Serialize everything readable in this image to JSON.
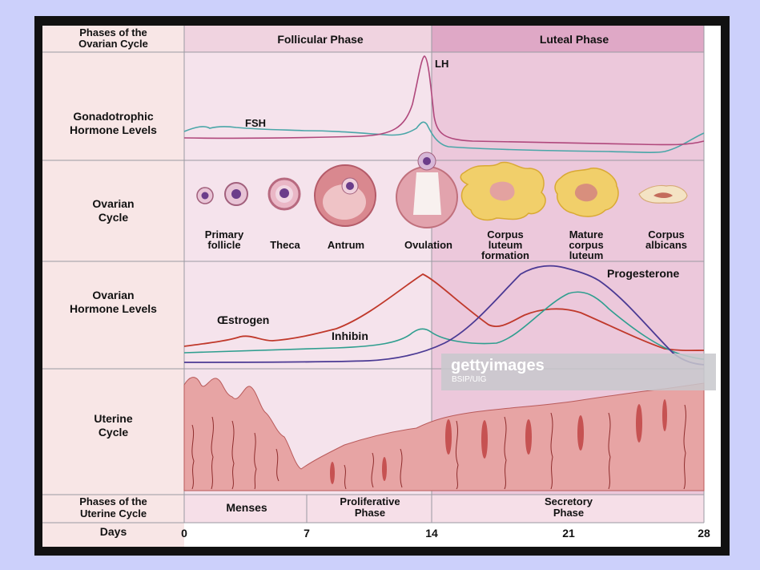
{
  "rows": {
    "ovarian_phases_header": "Phases of the\nOvarian Cycle",
    "gonadotrophic": "Gonadotrophic\nHormone Levels",
    "ovarian_cycle": "Ovarian\nCycle",
    "ovarian_hormones": "Ovarian\nHormone Levels",
    "uterine_cycle": "Uterine\nCycle",
    "uterine_phases_header": "Phases of the\nUterine Cycle",
    "days": "Days"
  },
  "ovarian_phases": {
    "follicular": "Follicular Phase",
    "luteal": "Luteal Phase"
  },
  "hormones": {
    "lh": "LH",
    "fsh": "FSH",
    "oestrogen": "Œstrogen",
    "inhibin": "Inhibin",
    "progesterone": "Progesterone"
  },
  "ovarian_stages": [
    {
      "label": "Primary\nfollicle"
    },
    {
      "label": "Theca"
    },
    {
      "label": "Antrum"
    },
    {
      "label": "Ovulation"
    },
    {
      "label": "Corpus\nluteum\nformation"
    },
    {
      "label": "Mature\ncorpus\nluteum"
    },
    {
      "label": "Corpus\nalbicans"
    }
  ],
  "uterine_phases": {
    "menses": "Menses",
    "proliferative": "Proliferative\nPhase",
    "secretory": "Secretory\nPhase"
  },
  "day_ticks": [
    "0",
    "7",
    "14",
    "21",
    "28"
  ],
  "watermark": {
    "logo": "gettyimages",
    "credit": "BSIP/UIG"
  },
  "colors": {
    "lh": "#b0487c",
    "fsh": "#4aa6a8",
    "oestrogen": "#c0392b",
    "inhibin": "#2f9e8f",
    "progesterone": "#4b3a94",
    "luteal_bg": "#e6bcd2",
    "follicular_bg": "#f3dde8"
  }
}
